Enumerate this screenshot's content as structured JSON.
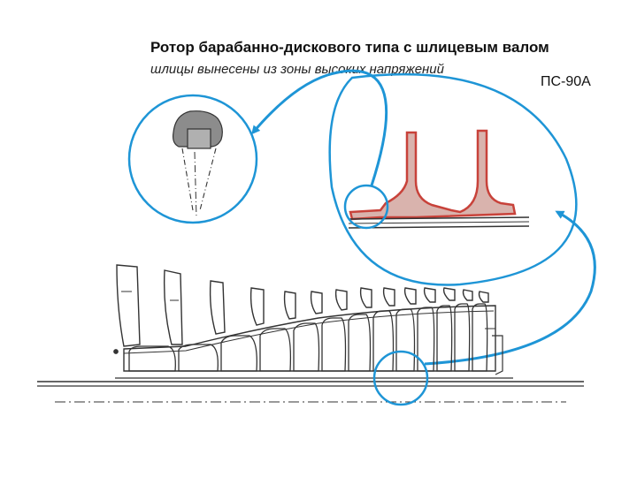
{
  "title": "Ротор барабанно-дискового типа с шлицевым валом",
  "subtitle": "шлицы вынесены из зоны высоких напряжений",
  "engine": "ПС-90А",
  "colors": {
    "accent": "#1e95d6",
    "highlight": "#c8423a",
    "highlight_fill": "#d9b3ad",
    "line": "#333333",
    "grey_fill": "#8c8c8c"
  }
}
